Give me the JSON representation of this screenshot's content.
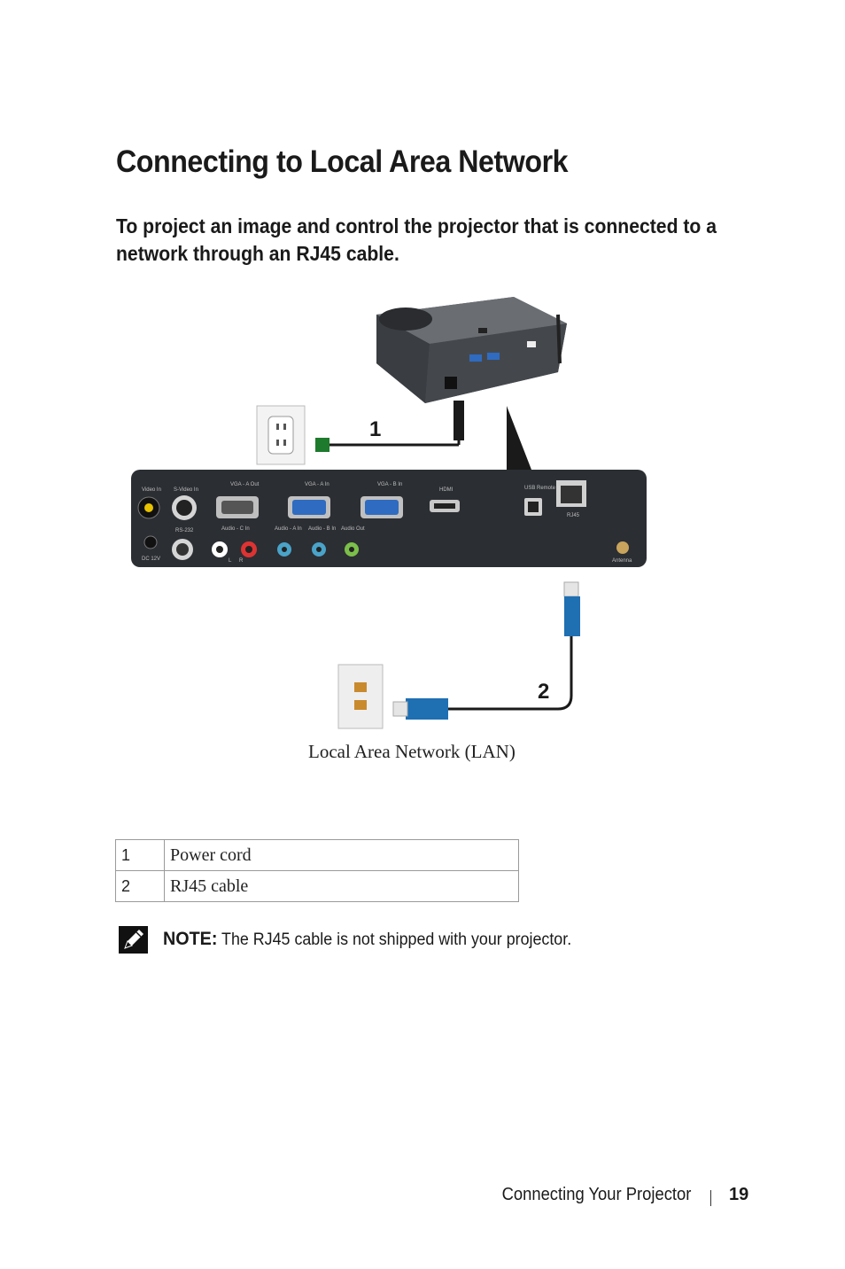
{
  "heading": "Connecting to Local Area Network",
  "intro": "To project an image and control the projector that is connected to a network through an RJ45 cable.",
  "figure": {
    "callout_1": "1",
    "callout_2": "2",
    "panel_labels": {
      "video_in": "Video In",
      "s_video_in": "S-Video In",
      "vga_a_out": "VGA - A Out",
      "vga_a_in": "VGA - A In",
      "vga_b_in": "VGA - B In",
      "hdmi": "HDMI",
      "usb_remote": "USB Remote",
      "rj45": "RJ45",
      "rs232": "RS-232",
      "audio_c_in": "Audio - C In",
      "audio_a_in": "Audio - A In",
      "audio_b_in": "Audio - B In",
      "audio_out": "Audio Out",
      "dc_12v": "DC 12V",
      "antenna": "Antenna",
      "left": "L",
      "right": "R"
    },
    "caption": "Local Area Network (LAN)"
  },
  "legend": [
    {
      "number": "1",
      "label": "Power cord"
    },
    {
      "number": "2",
      "label": "RJ45 cable"
    }
  ],
  "note": {
    "label": "NOTE:",
    "text": " The RJ45 cable is not shipped with your projector."
  },
  "footer": {
    "section": "Connecting Your Projector",
    "page": "19"
  },
  "colors": {
    "cable_blue": "#1f6fb3",
    "panel_dark": "#2b2e33",
    "vga_blue": "#2f6bc0"
  }
}
